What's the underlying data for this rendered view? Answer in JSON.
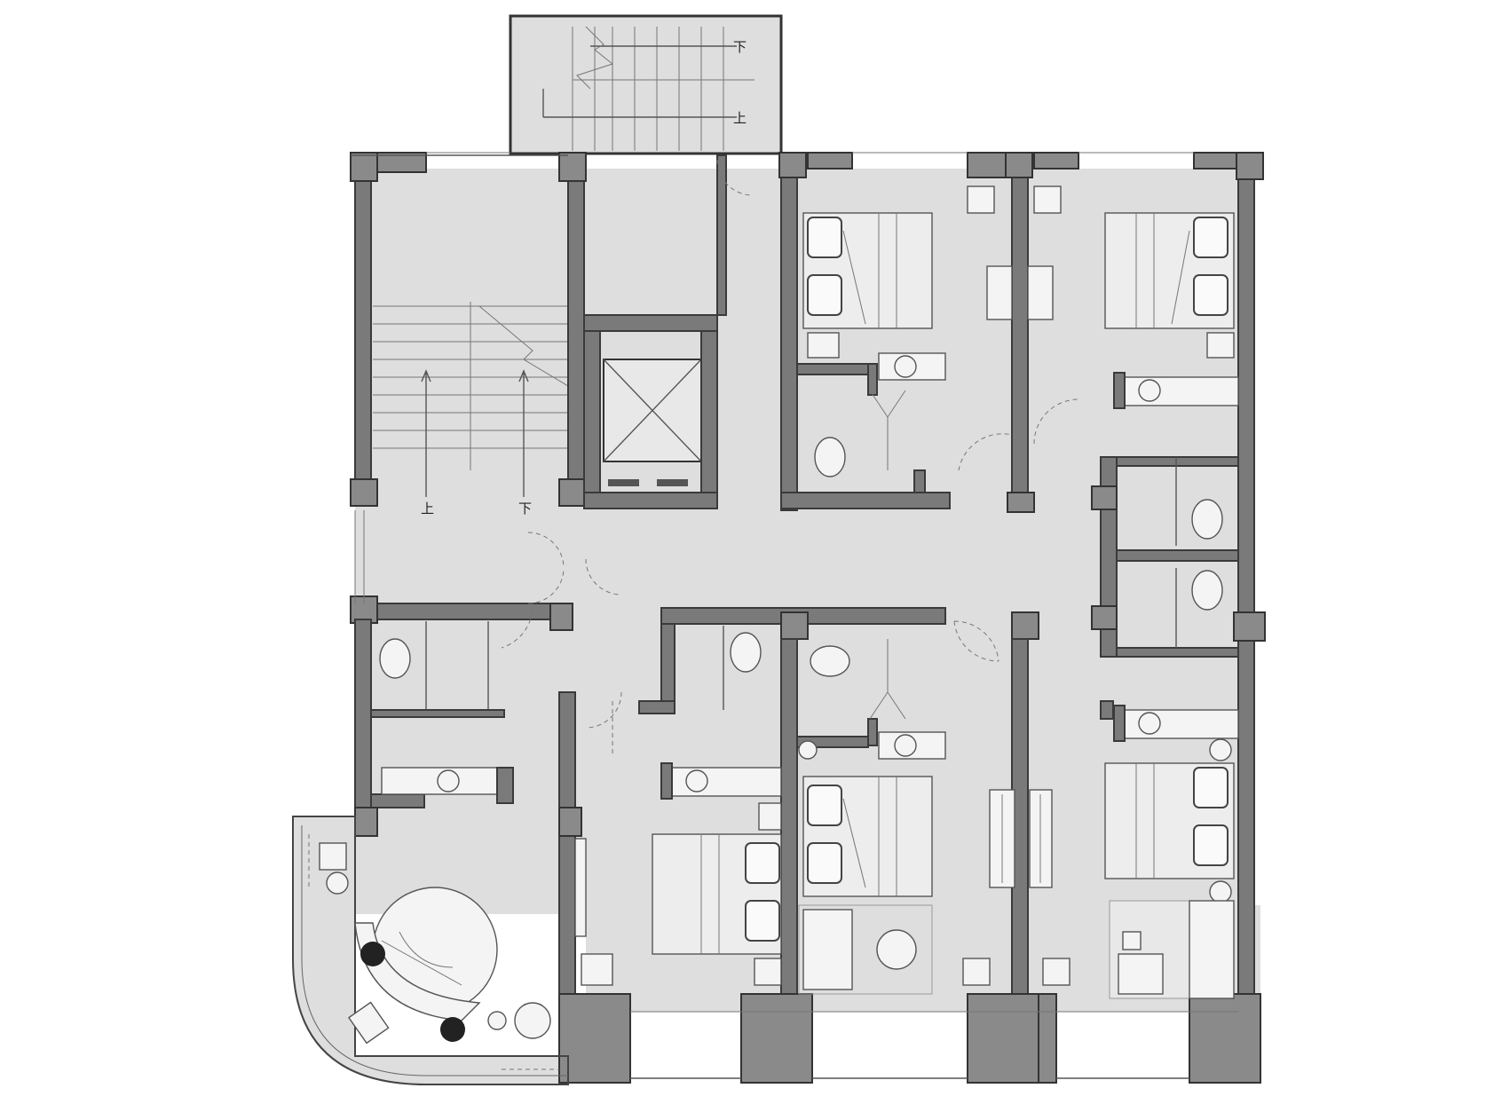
{
  "labels": {
    "top_stair_down": "下",
    "top_stair_up": "上",
    "left_stair_up": "上",
    "left_stair_down": "下"
  }
}
